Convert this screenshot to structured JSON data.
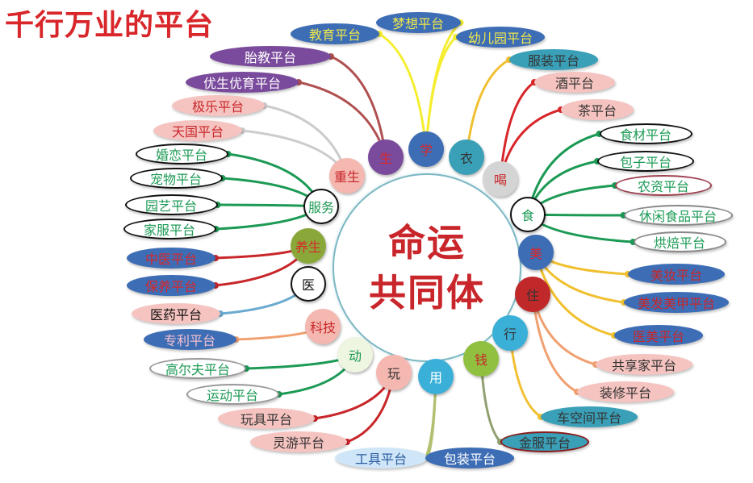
{
  "title": "千行万业的平台",
  "center": {
    "line1": "命运",
    "line2": "共同体"
  },
  "hubs": [
    "生",
    "学",
    "衣",
    "重生",
    "喝",
    "服务",
    "食",
    "养生",
    "美",
    "医",
    "住",
    "科技",
    "行",
    "动",
    "钱",
    "玩",
    "用"
  ],
  "leaves": [
    "教育平台",
    "梦想平台",
    "幼儿园平台",
    "服装平台",
    "酒平台",
    "茶平台",
    "胎教平台",
    "优生优育平台",
    "极乐平台",
    "天国平台",
    "婚恋平台",
    "宠物平台",
    "园艺平台",
    "家服平台",
    "中医平台",
    "保养平台",
    "医药平台",
    "专利平台",
    "高尔夫平台",
    "运动平台",
    "玩具平台",
    "灵游平台",
    "工具平台",
    "包装平台",
    "金服平台",
    "车空间平台",
    "装修平台",
    "共享家平台",
    "医美平台",
    "美发美甲平台",
    "美妆平台",
    "烘焙平台",
    "休闲食品平台",
    "农资平台",
    "包子平台",
    "食材平台"
  ]
}
